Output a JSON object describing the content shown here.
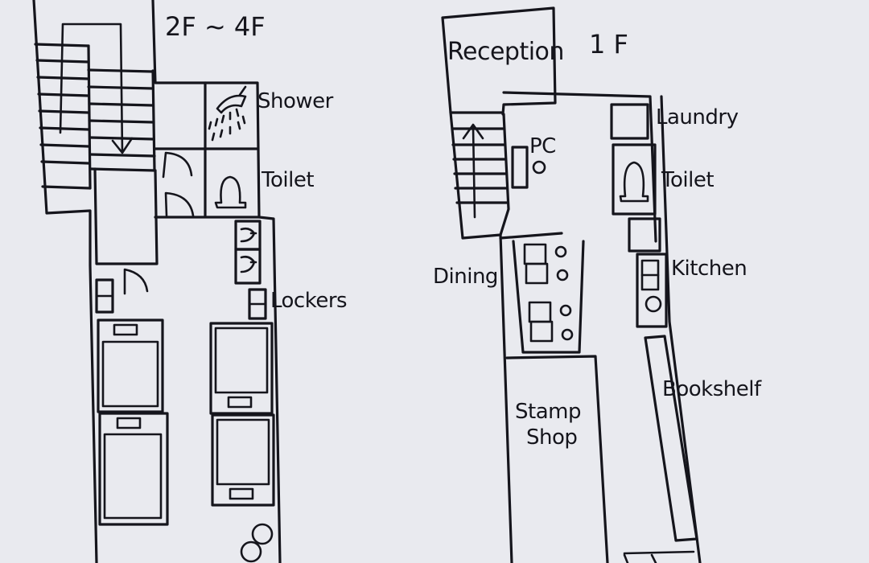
{
  "left_plan": {
    "floor_label": "2F ~ 4F",
    "shower_label": "Shower",
    "toilet_label": "Toilet",
    "lockers_label": "Lockers"
  },
  "right_plan": {
    "floor_label": "1 F",
    "reception_label": "Reception",
    "pc_label": "PC",
    "laundry_label": "Laundry",
    "toilet_label": "Toilet",
    "kitchen_label": "Kitchen",
    "dining_label": "Dining",
    "bookshelf_label": "Bookshelf",
    "stamp_shop_line1": "Stamp",
    "stamp_shop_line2": "Shop"
  },
  "ink_color": "#15151c",
  "paper_color": "#e9eaef"
}
